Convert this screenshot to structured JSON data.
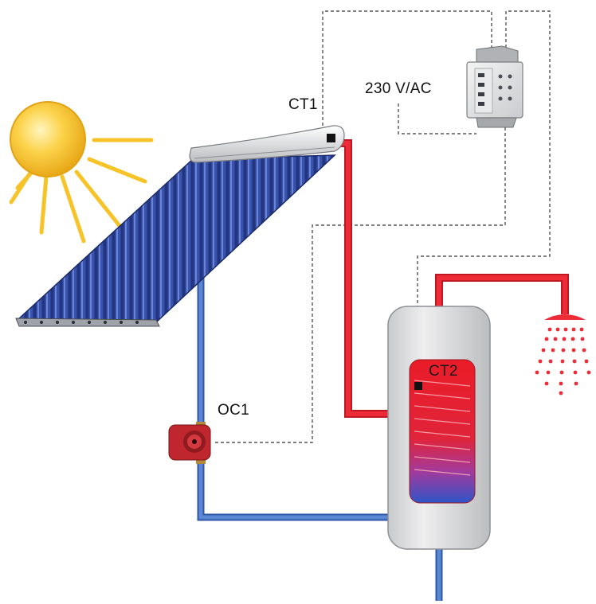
{
  "labels": {
    "ct1": "CT1",
    "ct2": "CT2",
    "oc1": "OC1",
    "voltage": "230 V/AC"
  },
  "colors": {
    "hot_pipe": "#e4222e",
    "cold_pipe": "#4a78c4",
    "sun": "#f6c428",
    "collector": "#2a3f8f",
    "tank": "#d7d8da",
    "control_wire": "#555555"
  },
  "icons": {
    "sun": "sun-icon",
    "collector": "solar-collector-icon",
    "controller": "controller-icon",
    "pump": "pump-icon",
    "tank": "storage-tank-icon",
    "shower": "shower-icon"
  }
}
